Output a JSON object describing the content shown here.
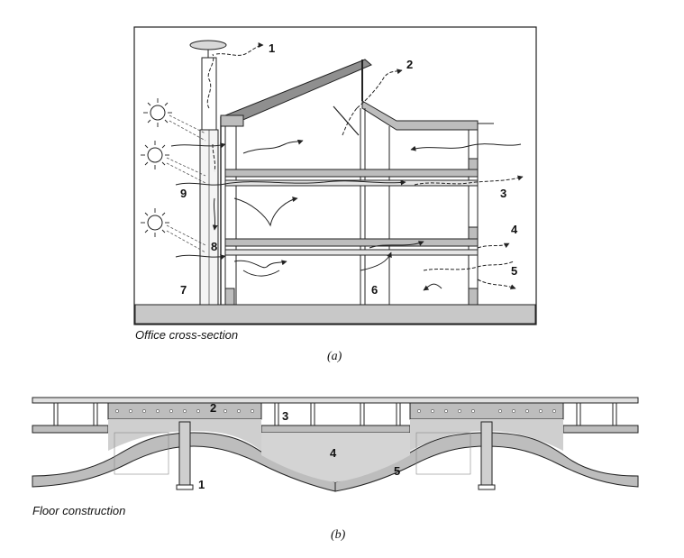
{
  "figure_a": {
    "caption": "Office cross-section",
    "sublabel": "(a)",
    "callouts": [
      "1",
      "2",
      "3",
      "4",
      "5",
      "6",
      "7",
      "8",
      "9"
    ]
  },
  "figure_b": {
    "caption": "Floor construction",
    "sublabel": "(b)",
    "callouts": [
      "1",
      "2",
      "3",
      "4",
      "5"
    ]
  },
  "colors": {
    "line": "#222222",
    "concrete": "#bdbdbd",
    "ground": "#c8c8c8",
    "roof": "#8f8f8f"
  }
}
